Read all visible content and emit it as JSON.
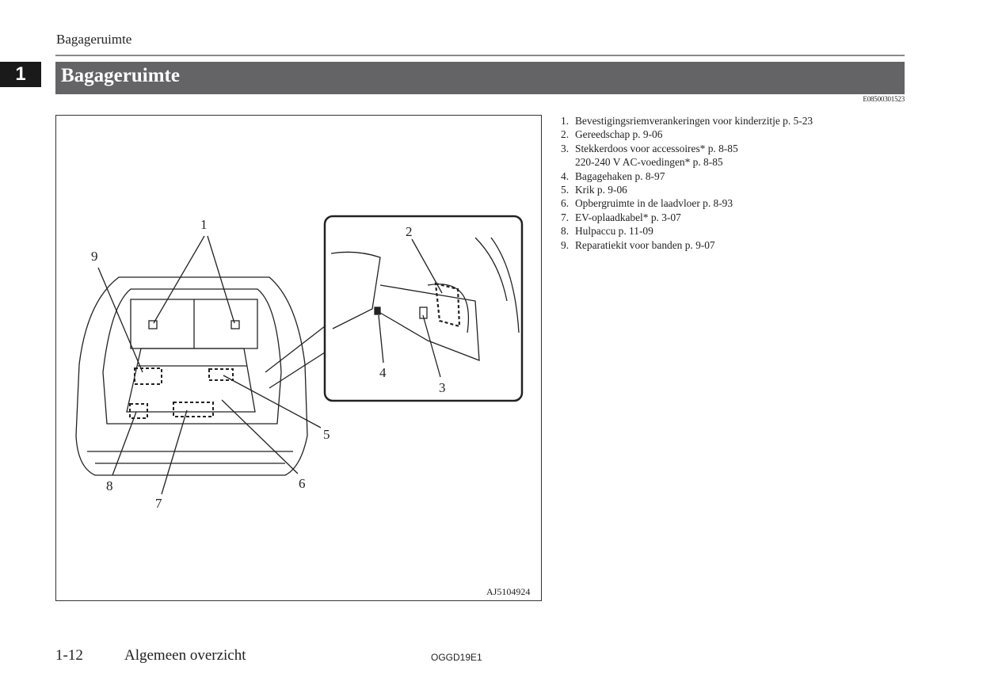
{
  "header": {
    "running_head": "Bagageruimte",
    "chapter_number": "1",
    "title": "Bagageruimte",
    "code": "E08500301523"
  },
  "figure": {
    "code": "AJ5104924",
    "callouts": [
      "1",
      "2",
      "3",
      "4",
      "5",
      "6",
      "7",
      "8",
      "9"
    ]
  },
  "legend": [
    {
      "n": "1.",
      "text": "Bevestigingsriemverankeringen voor kinderzitje p. 5-23"
    },
    {
      "n": "2.",
      "text": "Gereedschap p. 9-06"
    },
    {
      "n": "3.",
      "text": "Stekkerdoos voor accessoires* p. 8-85"
    },
    {
      "n": "",
      "text": "220-240 V AC-voedingen* p. 8-85"
    },
    {
      "n": "4.",
      "text": "Bagagehaken p. 8-97"
    },
    {
      "n": "5.",
      "text": "Krik p. 9-06"
    },
    {
      "n": "6.",
      "text": "Opbergruimte in de laadvloer p. 8-93"
    },
    {
      "n": "7.",
      "text": "EV-oplaadkabel* p. 3-07"
    },
    {
      "n": "8.",
      "text": "Hulpaccu p. 11-09"
    },
    {
      "n": "9.",
      "text": "Reparatiekit voor banden p. 9-07"
    }
  ],
  "footer": {
    "page": "1-12",
    "section": "Algemeen overzicht",
    "doc_code": "OGGD19E1"
  }
}
